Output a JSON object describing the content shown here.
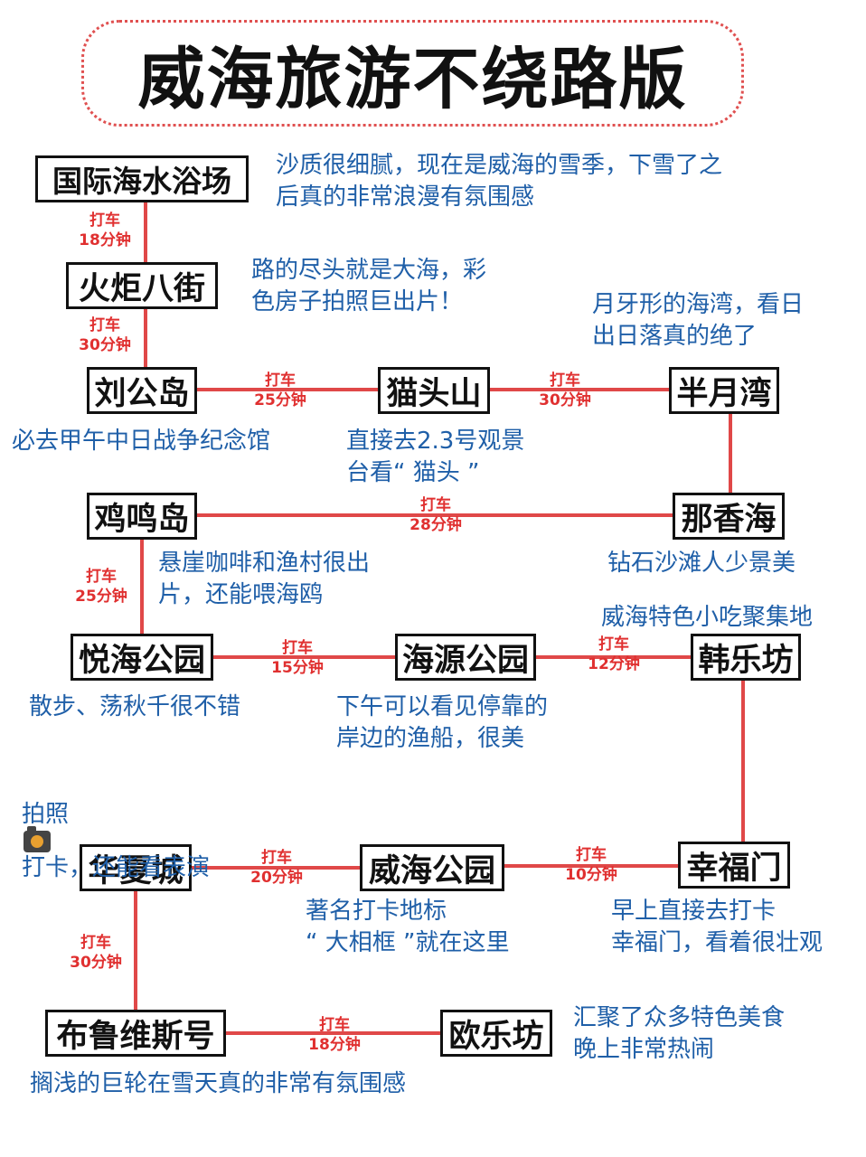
{
  "title": "威海旅游不绕路版",
  "colors": {
    "line": "#e04848",
    "edge_text": "#e03030",
    "note_text": "#1f5fa8"
  },
  "nodes": {
    "guoji": "国际海水浴场",
    "huoju": "火炬八街",
    "liugong": "刘公岛",
    "maotou": "猫头山",
    "banyue": "半月湾",
    "jiming": "鸡鸣岛",
    "naxiang": "那香海",
    "yuehai": "悦海公园",
    "haiyuan": "海源公园",
    "hanle": "韩乐坊",
    "huaxia": "华夏城",
    "weihai_park": "威海公园",
    "xingfu": "幸福门",
    "bulu": "布鲁维斯号",
    "oule": "欧乐坊"
  },
  "edges": {
    "e1": {
      "mode": "打车",
      "time": "18分钟"
    },
    "e2": {
      "mode": "打车",
      "time": "30分钟"
    },
    "e3": {
      "mode": "打车",
      "time": "25分钟"
    },
    "e4": {
      "mode": "打车",
      "time": "30分钟"
    },
    "e5": {
      "mode": "打车",
      "time": "28分钟"
    },
    "e6": {
      "mode": "打车",
      "time": "25分钟"
    },
    "e7": {
      "mode": "打车",
      "time": "15分钟"
    },
    "e8": {
      "mode": "打车",
      "time": "12分钟"
    },
    "e9": {
      "mode": "打车",
      "time": "20分钟"
    },
    "e10": {
      "mode": "打车",
      "time": "10分钟"
    },
    "e11": {
      "mode": "打车",
      "time": "30分钟"
    },
    "e12": {
      "mode": "打车",
      "time": "18分钟"
    }
  },
  "notes": {
    "guoji": [
      "沙质很细腻，现在是威海的雪季，下雪了之",
      "后真的非常浪漫有氛围感"
    ],
    "huoju": [
      "路的尽头就是大海，彩",
      "色房子拍照巨出片！"
    ],
    "banyue": [
      "月牙形的海湾，看日",
      "出日落真的绝了"
    ],
    "liugong": [
      "必去甲午中日战争纪念馆"
    ],
    "maotou": [
      "直接去2.3号观景",
      "台看“ 猫头 ”"
    ],
    "jiming": [
      "悬崖咖啡和渔村很出",
      "片，还能喂海鸥"
    ],
    "naxiang": [
      "钻石沙滩人少景美"
    ],
    "hanle": [
      "威海特色小吃聚集地"
    ],
    "yuehai": [
      "散步、荡秋千很不错"
    ],
    "haiyuan": [
      "下午可以看见停靠的",
      "岸边的渔船，很美"
    ],
    "huaxia_pre": "拍照",
    "huaxia_post": "打卡，还能看表演",
    "weihai_park": [
      "著名打卡地标",
      "“ 大相框 ”就在这里"
    ],
    "xingfu": [
      "早上直接去打卡",
      "幸福门，看着很壮观"
    ],
    "oule": [
      "汇聚了众多特色美食",
      "晚上非常热闹"
    ],
    "bulu": [
      "搁浅的巨轮在雪天真的非常有氛围感"
    ]
  },
  "icons": {
    "camera": "camera-icon"
  }
}
